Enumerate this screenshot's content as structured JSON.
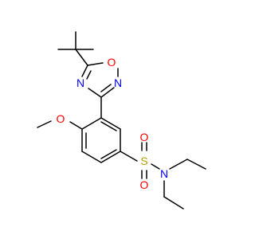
{
  "molecule": {
    "atoms": {
      "ring_O": {
        "symbol": "O",
        "color": "#ff0000"
      },
      "ring_N_left": {
        "symbol": "N",
        "color": "#0000ff"
      },
      "ring_N_right": {
        "symbol": "N",
        "color": "#0000ff"
      },
      "methoxy_O": {
        "symbol": "O",
        "color": "#ff0000"
      },
      "sulfur": {
        "symbol": "S",
        "color": "#b8a000"
      },
      "sulfonyl_O_top": {
        "symbol": "O",
        "color": "#ff0000"
      },
      "sulfonyl_O_bottom": {
        "symbol": "O",
        "color": "#ff0000"
      },
      "amine_N": {
        "symbol": "N",
        "color": "#0000ff"
      }
    }
  }
}
